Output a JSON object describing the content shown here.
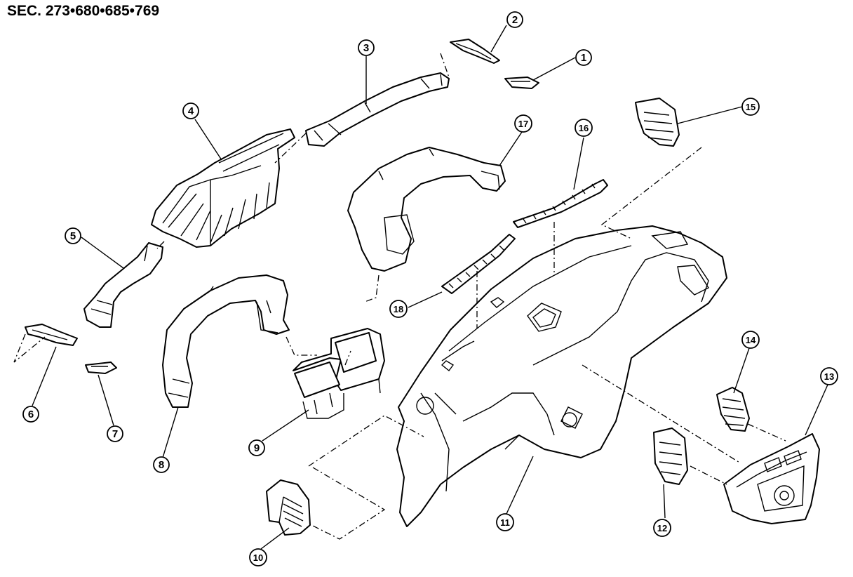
{
  "header": {
    "section_code": "SEC. 273•680•685•769"
  },
  "callouts": [
    {
      "id": "1",
      "label": "1"
    },
    {
      "id": "2",
      "label": "2"
    },
    {
      "id": "3",
      "label": "3"
    },
    {
      "id": "4",
      "label": "4"
    },
    {
      "id": "5",
      "label": "5"
    },
    {
      "id": "6",
      "label": "6"
    },
    {
      "id": "7",
      "label": "7"
    },
    {
      "id": "8",
      "label": "8"
    },
    {
      "id": "9",
      "label": "9"
    },
    {
      "id": "10",
      "label": "10"
    },
    {
      "id": "11",
      "label": "11"
    },
    {
      "id": "12",
      "label": "12"
    },
    {
      "id": "13",
      "label": "13"
    },
    {
      "id": "14",
      "label": "14"
    },
    {
      "id": "15",
      "label": "15"
    },
    {
      "id": "16",
      "label": "16"
    },
    {
      "id": "17",
      "label": "17"
    },
    {
      "id": "18",
      "label": "18"
    }
  ]
}
